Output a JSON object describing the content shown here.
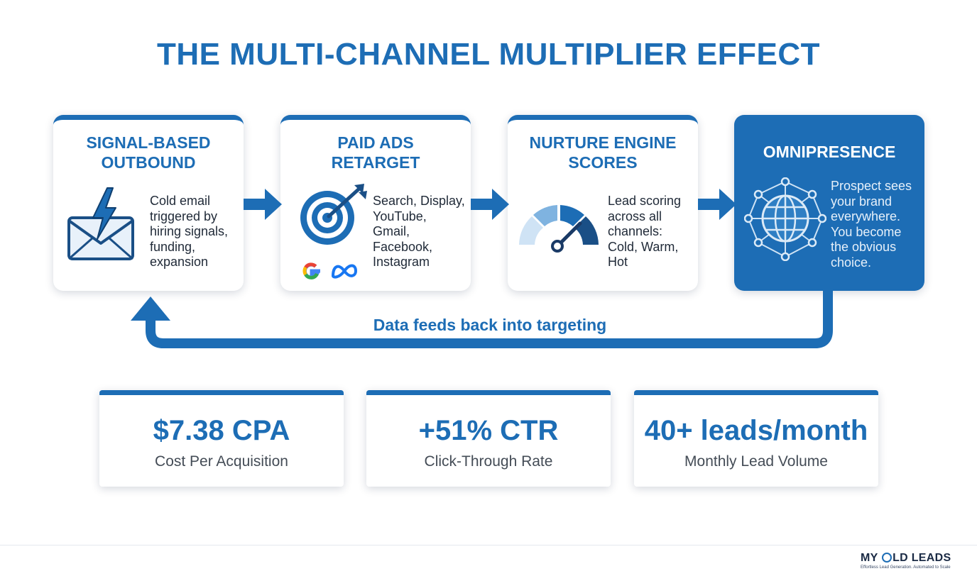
{
  "title": "THE MULTI-CHANNEL MULTIPLIER EFFECT",
  "cards": [
    {
      "title": "SIGNAL-BASED\nOUTBOUND",
      "desc": "Cold email\ntriggered by\nhiring signals,\nfunding,\nexpansion",
      "icon": "email-lightning-icon"
    },
    {
      "title": "PAID ADS\nRETARGET",
      "desc": "Search, Display,\nYouTube,\nGmail,\nFacebook,\nInstagram",
      "icon": "target-arrow-icon"
    },
    {
      "title": "NURTURE ENGINE\nSCORES",
      "desc": "Lead scoring\nacross all\nchannels:\nCold, Warm,\nHot",
      "icon": "gauge-icon"
    },
    {
      "title": "OMNIPRESENCE",
      "desc": "Prospect sees\nyour brand\neverywhere.\nYou become\nthe obvious\nchoice.",
      "icon": "network-globe-icon"
    }
  ],
  "loop_label": "Data feeds back into targeting",
  "metrics": [
    {
      "value": "$7.38 CPA",
      "label": "Cost Per Acquisition"
    },
    {
      "value": "+51% CTR",
      "label": "Click-Through Rate"
    },
    {
      "value": "40+ leads/month",
      "label": "Monthly Lead Volume"
    }
  ],
  "logo": {
    "text_start": "MY ",
    "text_end": "LD LEADS",
    "tagline": "Effortless Lead Generation. Automated to Scale"
  },
  "colors": {
    "primary": "#1d6db5",
    "dark_card": "#1d6db5",
    "text": "#1f2937"
  }
}
